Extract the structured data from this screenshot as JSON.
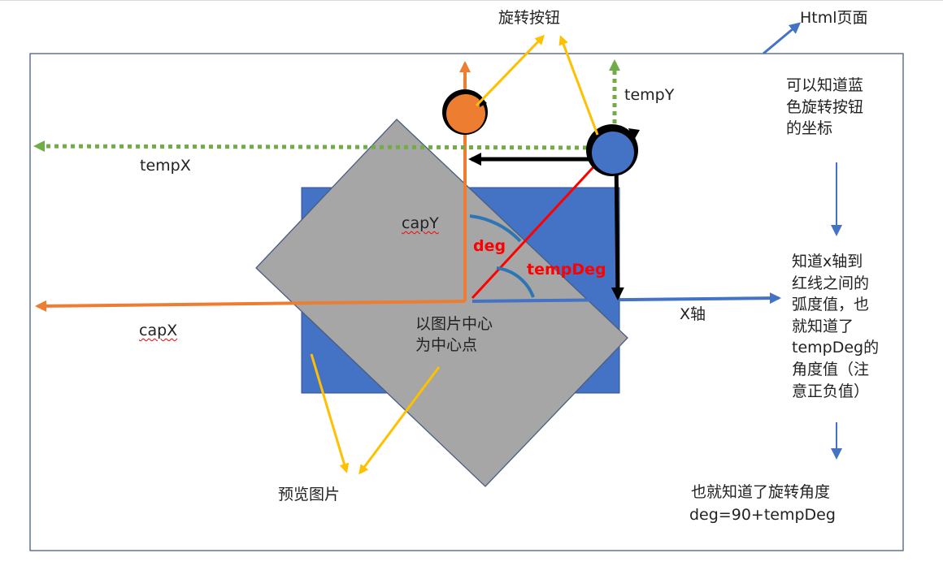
{
  "labels": {
    "html_page": "Html页面",
    "rotate_button": "旋转按钮",
    "temp_y": "tempY",
    "temp_x": "tempX",
    "cap_y": "capY",
    "cap_x": "capX",
    "deg": "deg",
    "temp_deg": "tempDeg",
    "x_axis": "X轴",
    "center_note": "以图片中心\n为中心点",
    "preview_image": "预览图片",
    "note_coordinates": "可以知道蓝\n色旋转按钮\n的坐标",
    "note_angle": "知道x轴到\n红线之间的\n弧度值，也\n就知道了\ntempDeg的\n角度值（注\n意正负值）",
    "note_result_line1": "也就知道了旋转角度",
    "note_result_line2": "deg=90+tempDeg"
  },
  "colors": {
    "blue_rect": "#4472c4",
    "gray_rect": "#a6a6a6",
    "orange": "#ed7d31",
    "green": "#70ad47",
    "yellow": "#ffc000",
    "red": "#ff0000",
    "black": "#000000",
    "flow_arrow": "#4472c4"
  }
}
